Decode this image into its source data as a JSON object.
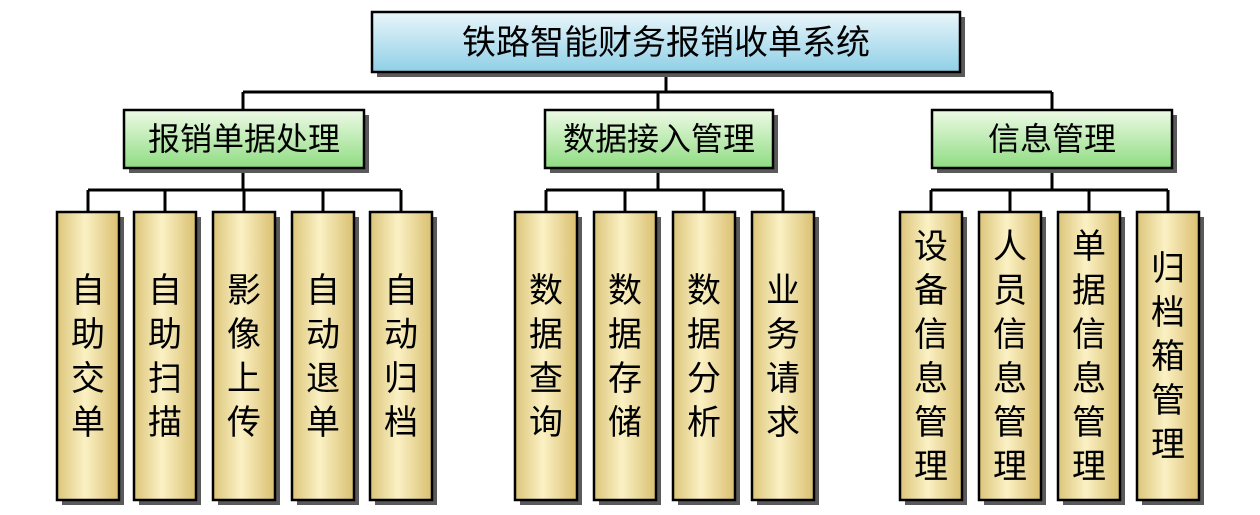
{
  "root": {
    "label": "铁路智能财务报销收单系统"
  },
  "categories": [
    {
      "label": "报销单据处理",
      "leaves": [
        "自助交单",
        "自助扫描",
        "影像上传",
        "自动退单",
        "自动归档"
      ]
    },
    {
      "label": "数据接入管理",
      "leaves": [
        "数据查询",
        "数据存储",
        "数据分析",
        "业务请求"
      ]
    },
    {
      "label": "信息管理",
      "leaves": [
        "设备信息管理",
        "人员信息管理",
        "单据信息管理",
        "归档箱管理"
      ]
    }
  ],
  "colors": {
    "root_fill_top": "#eaf6fb",
    "root_fill_bottom": "#8fcfe6",
    "category_fill_top": "#eefae6",
    "category_fill_bottom": "#8fdc82",
    "leaf_fill_left": "#dcc57a",
    "leaf_fill_mid": "#fbf1c4",
    "leaf_fill_right": "#d9bf70",
    "stroke": "#000000",
    "shadow": "#5a5a5a"
  }
}
